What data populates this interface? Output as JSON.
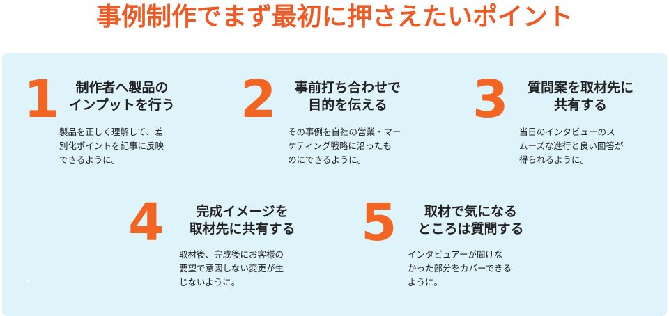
{
  "title": "事例制作でまず最初に押さえたいポイント",
  "points": [
    {
      "number": "1",
      "heading": [
        "制作者へ製品の",
        "インプットを行う"
      ],
      "description": [
        "製品を正しく理解して、差",
        "別化ポイントを記事に反映",
        "できるように。"
      ]
    },
    {
      "number": "2",
      "heading": [
        "事前打ち合わせで",
        "目的を伝える"
      ],
      "description": [
        "その事例を自社の営業・マー",
        "ケティング戦略に沿ったも",
        "のにできるように。"
      ]
    },
    {
      "number": "3",
      "heading": [
        "質問案を取材先に",
        "共有する"
      ],
      "description": [
        "当日のインタビューのス",
        "ムーズな進行と良い回答が",
        "得られるように。"
      ]
    },
    {
      "number": "4",
      "heading": [
        "完成イメージを",
        "取材先に共有する"
      ],
      "description": [
        "取材後、完成後にお客様の",
        "要望で意図しない変更が生",
        "じないように。"
      ]
    },
    {
      "number": "5",
      "heading": [
        "取材で気になる",
        "ところは質問する"
      ],
      "description": [
        "インタビュアーが聞けな",
        "かった部分をカバーできる",
        "ように。"
      ]
    }
  ],
  "colors": {
    "accent": "#ee5a24",
    "number": "#f26522",
    "panel": "#dff3fb",
    "text": "#222222"
  }
}
